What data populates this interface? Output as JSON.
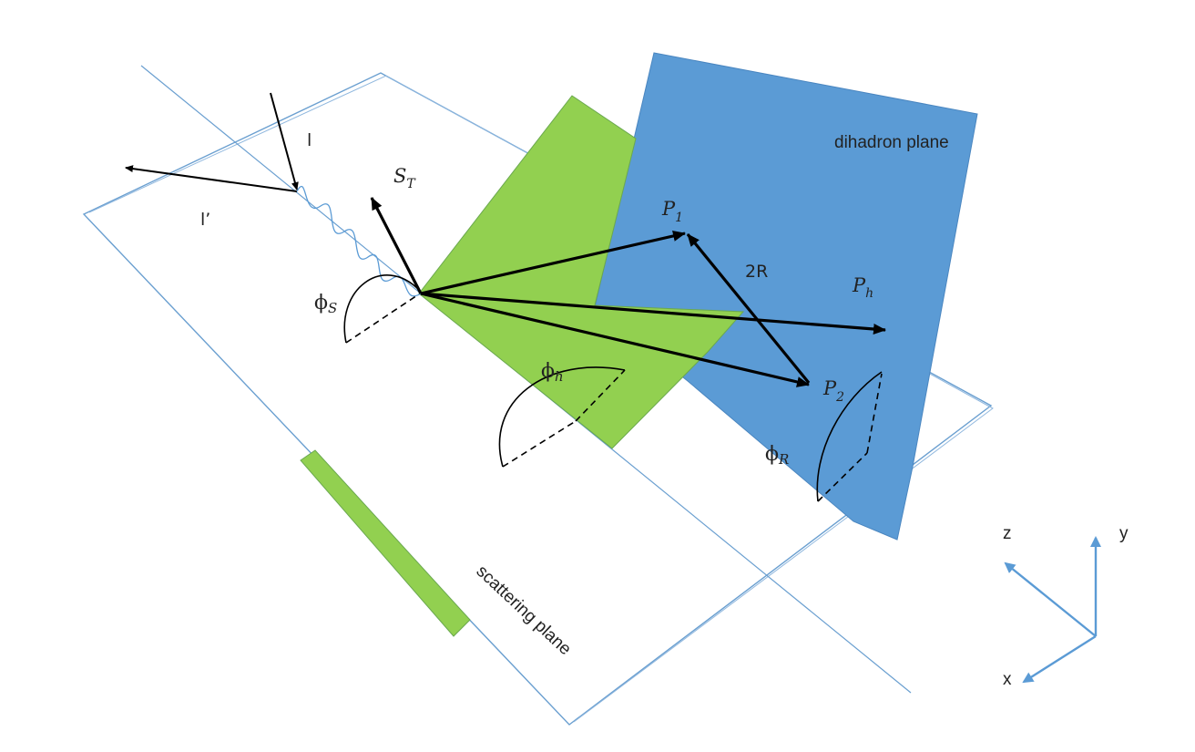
{
  "labels": {
    "lepton_in": "l",
    "lepton_out": "l’",
    "spin": {
      "main": "S",
      "sub": "T"
    },
    "p1": {
      "main": "P",
      "sub": "1"
    },
    "p2": {
      "main": "P",
      "sub": "2"
    },
    "ph": {
      "main": "P",
      "sub": "h"
    },
    "two_r": "2R",
    "phi_s": {
      "main": "ϕ",
      "sub": "S"
    },
    "phi_h": {
      "main": "ϕ",
      "sub": "h"
    },
    "phi_r": {
      "main": "ϕ",
      "sub": "R"
    },
    "dihadron_plane": "dihadron plane",
    "scattering_plane": "scattering plane",
    "axis_x": "x",
    "axis_y": "y",
    "axis_z": "z"
  },
  "colors": {
    "dihadron_plane": "#5b9bd5",
    "green_plane": "#92d050",
    "plane_outline": "#6a9fd0",
    "axis": "#5b9bd5",
    "vector": "#000000"
  }
}
